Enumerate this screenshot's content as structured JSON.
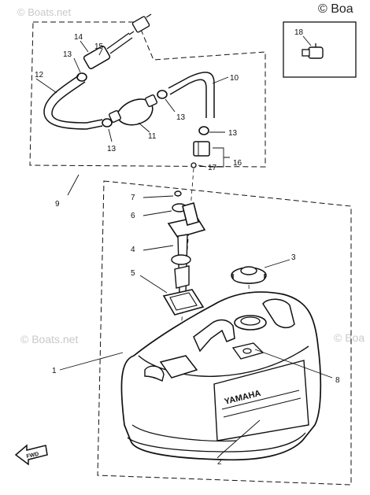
{
  "watermarks": {
    "top_right": "© Boa",
    "top_faint": "© Boats.net",
    "left_mid": "© Boats.net",
    "right_mid": "© Boa"
  },
  "badge": {
    "label": "FWD"
  },
  "brand": {
    "name": "YAMAHA"
  },
  "callouts": {
    "c1": "1",
    "c2": "2",
    "c3": "3",
    "c4": "4",
    "c5": "5",
    "c6": "6",
    "c7": "7",
    "c8": "8",
    "c9": "9",
    "c10": "10",
    "c11": "11",
    "c12": "12",
    "c13a": "13",
    "c13b": "13",
    "c13c": "13",
    "c13d": "13",
    "c14": "14",
    "c15": "15",
    "c16": "16",
    "c17": "17",
    "c18": "18"
  }
}
